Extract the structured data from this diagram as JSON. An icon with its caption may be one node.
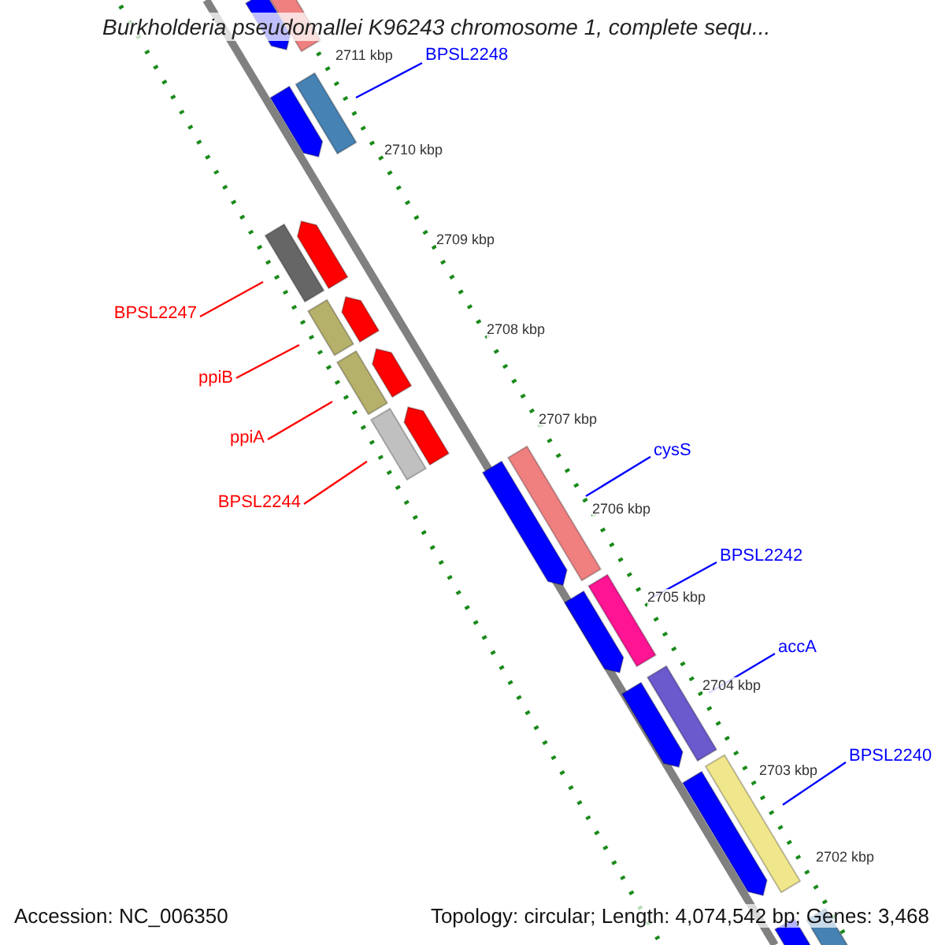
{
  "diagram": {
    "title": "Burkholderia pseudomallei K96243 chromosome 1, complete sequ...",
    "nodes": [
      {
        "text": [
          "BPSL2248"
        ]
      },
      {
        "text": [],
        "shape": "bar"
      },
      {
        "text": [
          "BPSL2247"
        ]
      },
      {
        "text": [],
        "shape": "bar"
      },
      {
        "text": [
          "ppiB"
        ]
      },
      {
        "text": [],
        "shape": "bar"
      },
      {
        "text": [
          "ppiA"
        ]
      },
      {
        "text": [],
        "shape": "bar"
      },
      {
        "text": [
          "BPSL2244"
        ]
      },
      {
        "text": [],
        "shape": "bar"
      },
      {
        "text": [
          "cysS"
        ]
      },
      {
        "text": [],
        "shape": "bar"
      },
      {
        "text": [
          "BPSL2242"
        ]
      },
      {
        "text": [],
        "shape": "bar"
      },
      {
        "text": [
          "accA"
        ]
      },
      {
        "text": [],
        "shape": "bar"
      },
      {
        "text": [
          "BPSL2240"
        ]
      },
      {
        "text": [],
        "shape": "bar"
      },
      {
        "text": [],
        "shape": "bar"
      },
      {
        "text": [],
        "shape": "bar"
      },
      {
        "text": [],
        "shape": "bar"
      },
      {
        "text": [],
        "shape": "bar"
      },
      {
        "text": [],
        "shape": "bar"
      },
      {
        "text": [],
        "shape": "bar"
      },
      {
        "text": [],
        "shape": "bar"
      },
      {
        "text": [],
        "shape": "bar"
      },
      {
        "text": [],
        "shape": "bar"
      },
      {
        "text": [],
        "shape": "bar"
      },
      {
        "text": [],
        "shape": "bar"
      },
      {
        "text": [],
        "shape": "bar"
      },
      {
        "text": [],
        "shape": "bar"
      }
    ],
    "edges": [
      {
        "from": 0,
        "to": 1,
        "arrow": "none"
      },
      {
        "from": 2,
        "to": 3,
        "arrow": "none",
        "color": "#ff0000"
      },
      {
        "from": 4,
        "to": 5,
        "arrow": "none",
        "color": "#ff0000"
      },
      {
        "from": 6,
        "to": 7,
        "arrow": "none",
        "color": "#ff0000"
      },
      {
        "from": 8,
        "to": 9,
        "arrow": "none",
        "color": "#ff0000"
      },
      {
        "from": 10,
        "to": 11,
        "arrow": "none"
      },
      {
        "from": 12,
        "to": 13,
        "arrow": "none"
      },
      {
        "from": 14,
        "to": 15,
        "arrow": "none"
      },
      {
        "from": 16,
        "to": 17,
        "arrow": "none"
      }
    ],
    "labels": [
      "2711 kbp",
      "2710 kbp",
      "2709 kbp",
      "2708 kbp",
      "2707 kbp",
      "2706 kbp",
      "2705 kbp",
      "2704 kbp",
      "2703 kbp",
      "2702 kbp",
      "Accession: NC_006350",
      "Topology: circular; Length: 4,074,542 bp; Genes: 3,468"
    ]
  }
}
